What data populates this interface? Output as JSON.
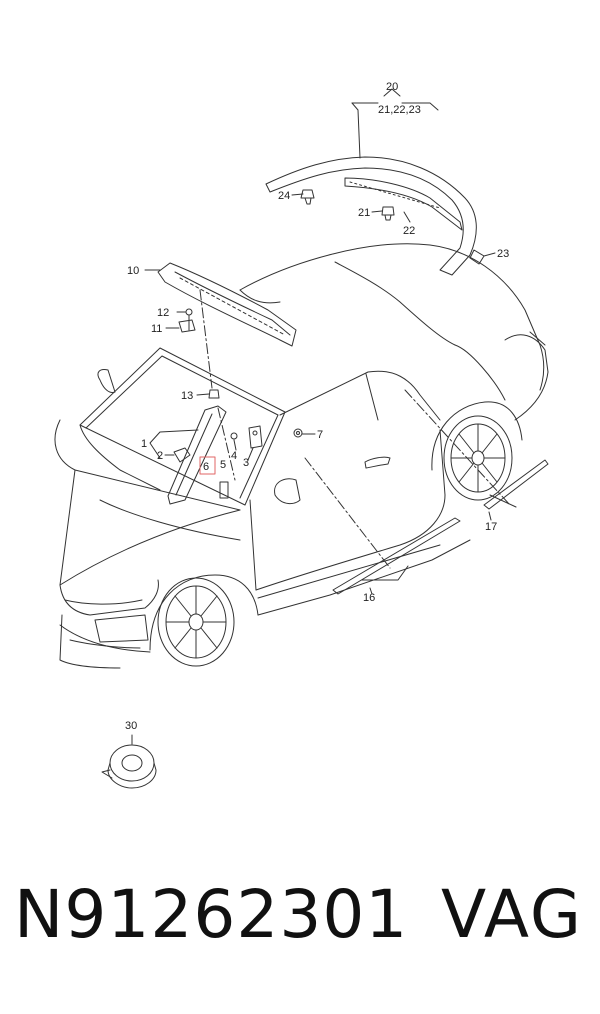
{
  "callouts": {
    "c20": "20",
    "c21_22_23": "21,22,23",
    "c24": "24",
    "c21": "21",
    "c22": "22",
    "c23": "23",
    "c10": "10",
    "c12": "12",
    "c11": "11",
    "c13": "13",
    "c7": "7",
    "c1": "1",
    "c2": "2",
    "c6": "6",
    "c4": "4",
    "c5": "5",
    "c3": "3",
    "c17": "17",
    "c16": "16",
    "c30": "30"
  },
  "highlighted_part": "6",
  "colors": {
    "line": "#333333",
    "highlight": "#e06666",
    "background": "#ffffff"
  },
  "caption": {
    "part_number": "N91262301",
    "brand": "VAG"
  }
}
